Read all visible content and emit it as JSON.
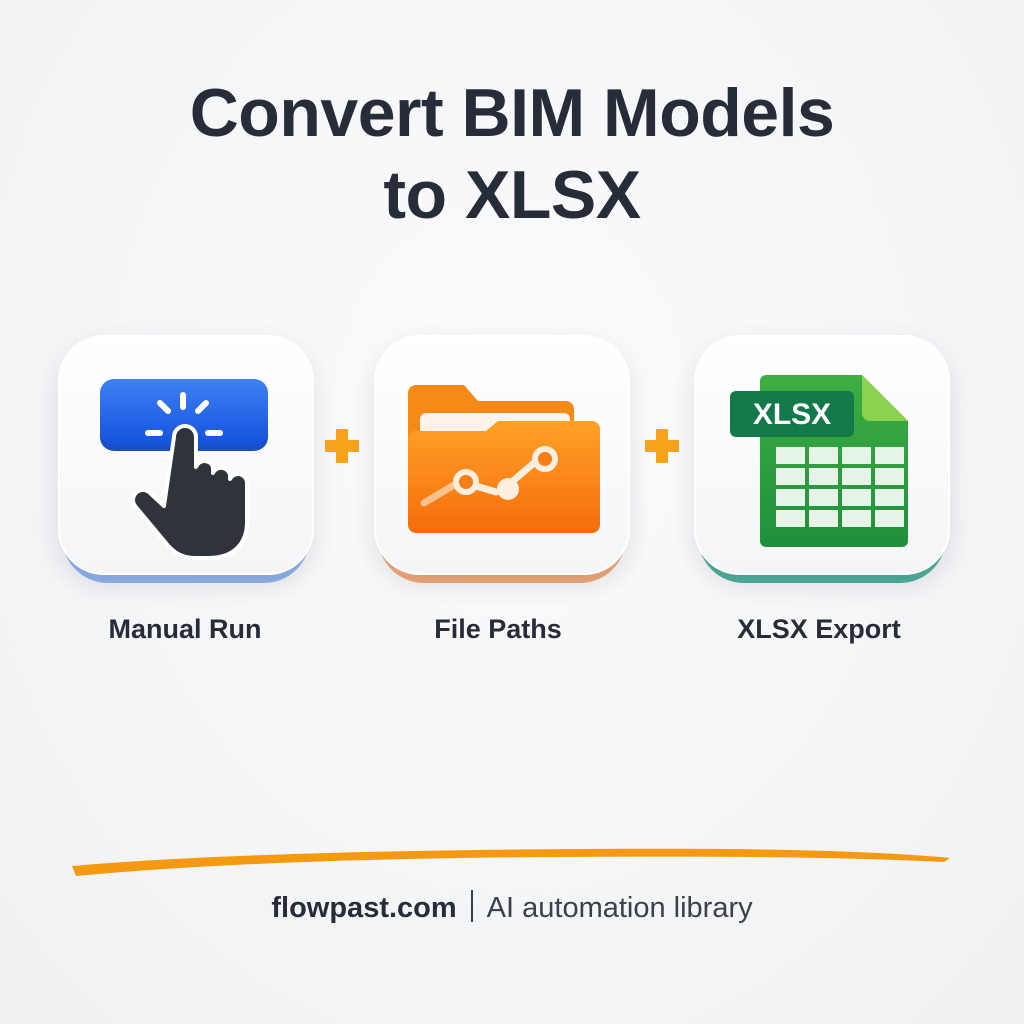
{
  "title": {
    "line1": "Convert BIM Models",
    "line2": "to XLSX"
  },
  "steps": [
    {
      "label": "Manual Run",
      "icon": "hand-click-button-icon",
      "accent": "#1f5fe6"
    },
    {
      "label": "File Paths",
      "icon": "folder-path-icon",
      "accent": "#f57a14"
    },
    {
      "label": "XLSX Export",
      "icon": "xlsx-spreadsheet-icon",
      "accent": "#21a04a",
      "badge": "XLSX"
    }
  ],
  "connector": {
    "symbol": "+",
    "color": "#f7a21b"
  },
  "footer": {
    "site": "flowpast.com",
    "tagline": "AI automation library"
  },
  "colors": {
    "text": "#262d38",
    "underline": "#f59a10"
  }
}
